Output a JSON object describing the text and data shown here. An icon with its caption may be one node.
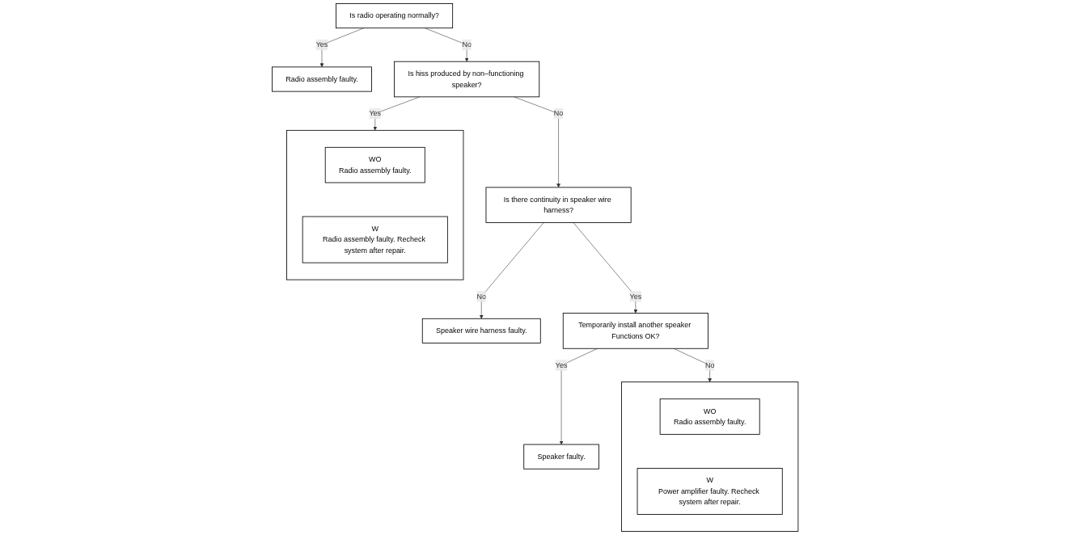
{
  "diagram": {
    "nodes": [
      {
        "text": [
          "Is radio operating normally?"
        ]
      },
      {
        "text": [
          "Radio assembly faulty."
        ]
      },
      {
        "text": [
          "Is hiss produced by non–functioning speaker?"
        ]
      },
      {
        "text": [],
        "shape": "box"
      },
      {
        "text": [
          "WO",
          "Radio assembly faulty."
        ],
        "in": 3
      },
      {
        "text": [
          "W",
          "Radio assembly faulty. Recheck system after repair."
        ],
        "in": 3
      },
      {
        "text": [
          "Is there continuity in speaker wire harness?"
        ]
      },
      {
        "text": [
          "Speaker wire harness faulty."
        ]
      },
      {
        "text": [
          "Temporarily install another speaker Functions OK?"
        ]
      },
      {
        "text": [
          "Speaker faulty."
        ]
      },
      {
        "text": [],
        "shape": "box"
      },
      {
        "text": [
          "WO",
          "Radio assembly faulty."
        ],
        "in": 10
      },
      {
        "text": [
          "W",
          "Power amplifier faulty. Recheck system after repair."
        ],
        "in": 10
      }
    ],
    "edges": [
      {
        "from": 0,
        "to": 1,
        "arrow": "to",
        "label": "Yes"
      },
      {
        "from": 0,
        "to": 2,
        "arrow": "to",
        "label": "No"
      },
      {
        "from": 2,
        "to": 3,
        "arrow": "to",
        "label": "Yes"
      },
      {
        "from": 2,
        "to": 6,
        "arrow": "to",
        "label": "No"
      },
      {
        "from": 6,
        "to": 7,
        "arrow": "to",
        "label": "No"
      },
      {
        "from": 6,
        "to": 8,
        "arrow": "to",
        "label": "Yes"
      },
      {
        "from": 8,
        "to": 9,
        "arrow": "to",
        "label": "Yes"
      },
      {
        "from": 8,
        "to": 10,
        "arrow": "to",
        "label": "No"
      }
    ]
  }
}
